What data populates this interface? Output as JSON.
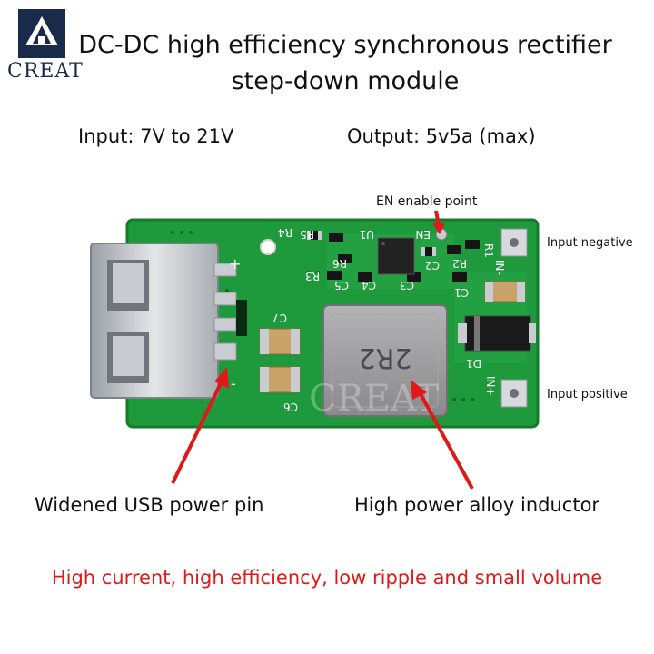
{
  "brand": {
    "name": "CREAT",
    "logo_icon": "creat-tent-logo-icon",
    "watermark": "CREAT"
  },
  "title": {
    "line1": "DC-DC high efficiency synchronous rectifier",
    "line2": "step-down module"
  },
  "specs": {
    "input": "Input: 7V to 21V",
    "output": "Output: 5v5a (max)"
  },
  "labels": {
    "en_enable_point": "EN enable point",
    "input_negative": "Input negative",
    "input_positive": "Input positive",
    "usb_pin": "Widened USB power pin",
    "inductor": "High power alloy inductor"
  },
  "silkscreen": {
    "r5": "R5",
    "u1": "U1",
    "en": "EN",
    "r1": "R1",
    "in_minus": "IN-",
    "r4": "R4",
    "r6": "R6",
    "r2": "R2",
    "c2": "C2",
    "r3": "R3",
    "c5": "C5",
    "c4": "C4",
    "c3": "C3",
    "c1": "C1",
    "c7": "C7",
    "c6": "C6",
    "d1": "D1",
    "in_plus": "IN+",
    "plus": "+",
    "minus": "-",
    "inductor_mark": "2R2"
  },
  "footer": "High current, high efficiency, low ripple and small volume",
  "colors": {
    "pcb": "#1e9a3c",
    "pcb_dark": "#157a2c",
    "arrow": "#e01818",
    "footer_text": "#e01818",
    "pad": "#c9ccd0",
    "inductor": "#9a9a9c"
  }
}
